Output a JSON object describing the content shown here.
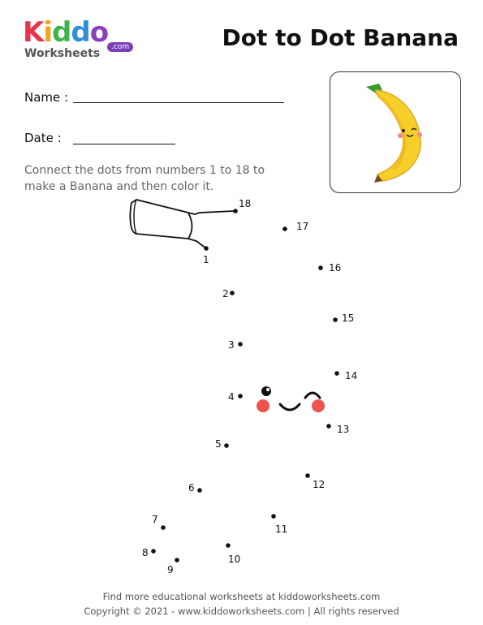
{
  "logo": {
    "letters": [
      {
        "ch": "K",
        "color": "#e8334a"
      },
      {
        "ch": "i",
        "color": "#f6a21c"
      },
      {
        "ch": "d",
        "color": "#3db44a"
      },
      {
        "ch": "d",
        "color": "#2f8fd8"
      },
      {
        "ch": "o",
        "color": "#8a3fc0"
      }
    ],
    "sub": "Worksheets",
    "com": ".com"
  },
  "title": "Dot to Dot Banana",
  "form": {
    "name_label": "Name :",
    "date_label": "Date :"
  },
  "instructions": "Connect the dots from numbers 1 to 18 to make a Banana and then color it.",
  "puzzle": {
    "dots": [
      {
        "n": "1"
      },
      {
        "n": "2"
      },
      {
        "n": "3"
      },
      {
        "n": "4"
      },
      {
        "n": "5"
      },
      {
        "n": "6"
      },
      {
        "n": "7"
      },
      {
        "n": "8"
      },
      {
        "n": "9"
      },
      {
        "n": "10"
      },
      {
        "n": "11"
      },
      {
        "n": "12"
      },
      {
        "n": "13"
      },
      {
        "n": "14"
      },
      {
        "n": "15"
      },
      {
        "n": "16"
      },
      {
        "n": "17"
      },
      {
        "n": "18"
      }
    ],
    "cheek_color": "#ef5350"
  },
  "footer": {
    "line1": "Find more educational worksheets at kiddoworksheets.com",
    "line2": "Copyright © 2021 - www.kiddoworksheets.com  |  All rights reserved"
  }
}
